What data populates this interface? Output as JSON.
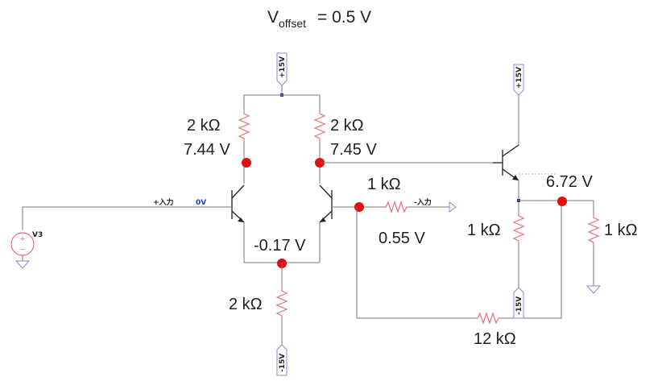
{
  "title": {
    "main": "V",
    "subscript": "offset",
    "rest": " = 0.5 V"
  },
  "rails": {
    "pos": "+15V",
    "neg": "-15V"
  },
  "source": {
    "name": "V3",
    "plus": "+",
    "minus": "−"
  },
  "nets": {
    "in_plus": "+入力",
    "zero_v": "0V",
    "in_minus": "-入力"
  },
  "resistors": {
    "left_collector": "2 kΩ",
    "right_collector": "2 kΩ",
    "tail": "2 kΩ",
    "series": "1 kΩ",
    "emitter": "1 kΩ",
    "load": "1 kΩ",
    "feedback": "12 kΩ"
  },
  "voltages": {
    "left_collector": "7.44 V",
    "right_collector": "7.45 V",
    "tail": "-0.17 V",
    "base_node": "0.55 V",
    "output": "6.72 V"
  },
  "colors": {
    "probe": "#e01010",
    "resistor": "#e8707a",
    "wire": "#777777",
    "flag": "#8a8ad8"
  }
}
